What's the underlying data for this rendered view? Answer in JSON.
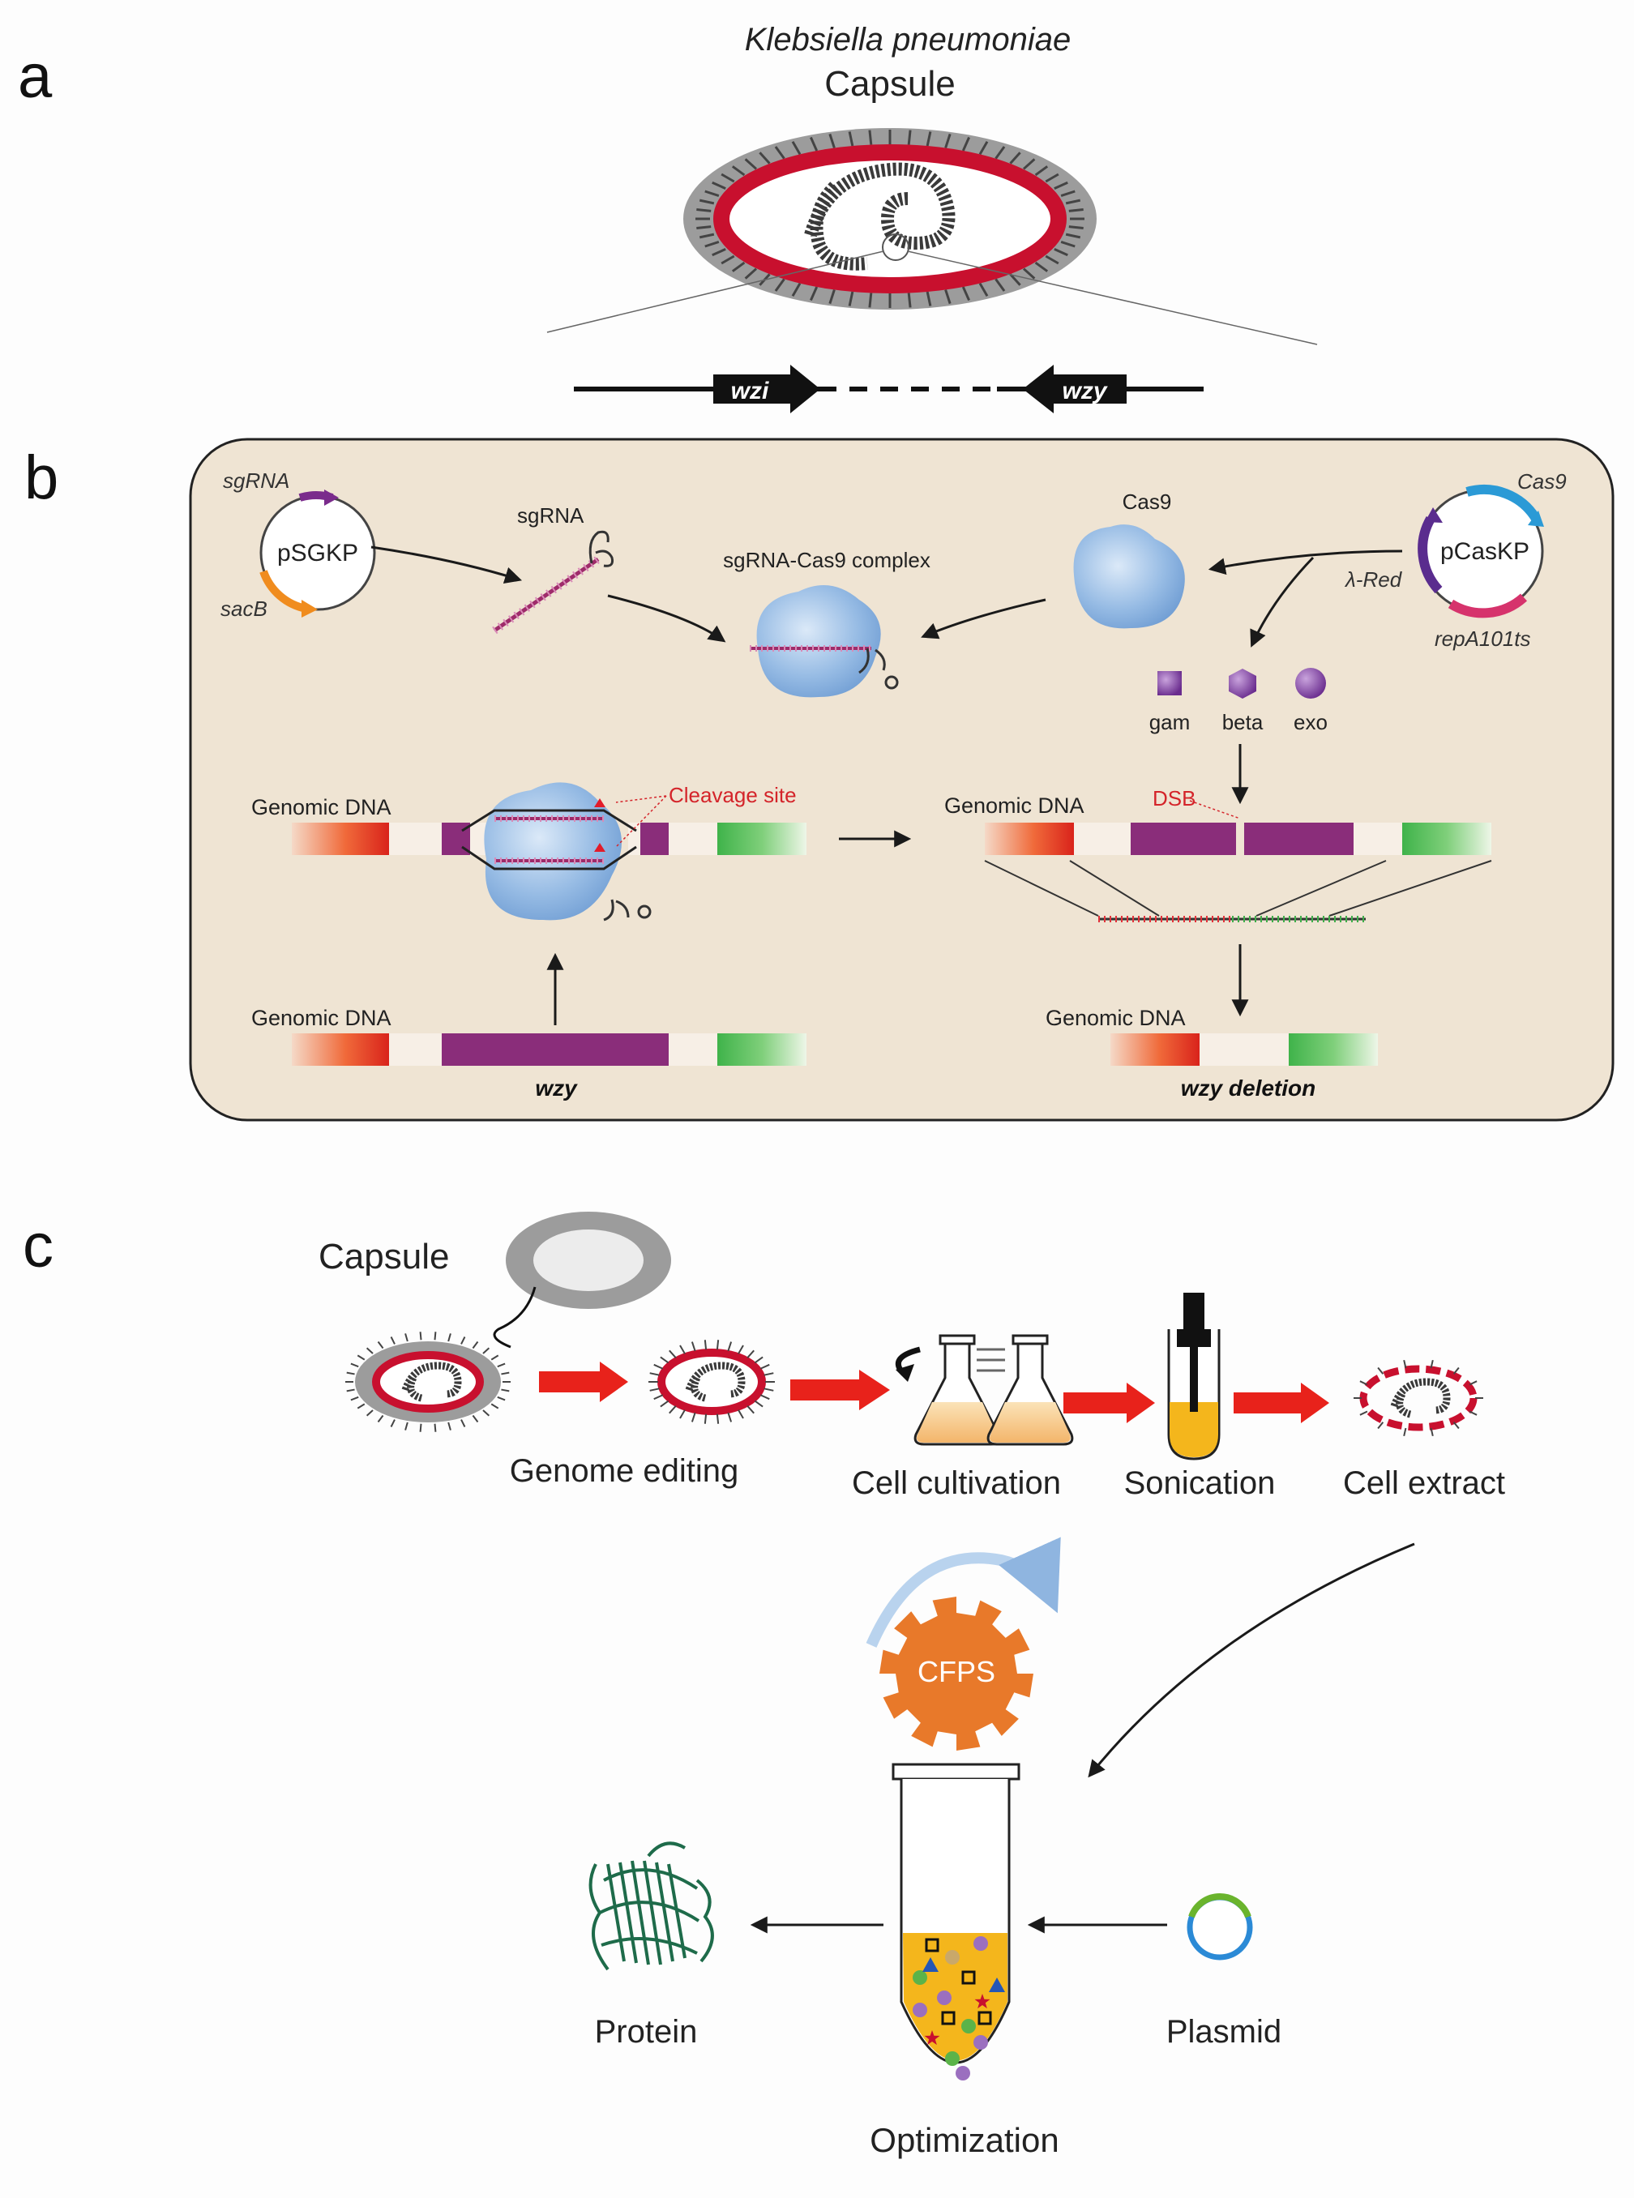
{
  "panels": {
    "a": "a",
    "b": "b",
    "c": "c"
  },
  "panel_a": {
    "organism": "Klebsiella pneumoniae",
    "capsule": "Capsule",
    "gene_left": "wzi",
    "gene_right": "wzy"
  },
  "panel_b": {
    "psgkp": "pSGKP",
    "sgrna_gene": "sgRNA",
    "sacb": "sacB",
    "sgrna": "sgRNA",
    "complex": "sgRNA-Cas9 complex",
    "cas9": "Cas9",
    "pcaskp": "pCasKP",
    "cas9_gene": "Cas9",
    "lambda_red": "λ-Red",
    "repa": "repA101ts",
    "gam": "gam",
    "beta": "beta",
    "exo": "exo",
    "genomic_dna": "Genomic DNA",
    "cleavage_site": "Cleavage site",
    "dsb": "DSB",
    "wzy": "wzy",
    "wzy_deletion": "wzy deletion"
  },
  "panel_c": {
    "capsule": "Capsule",
    "genome_editing": "Genome editing",
    "cell_cultivation": "Cell cultivation",
    "sonication": "Sonication",
    "cell_extract": "Cell extract",
    "cfps": "CFPS",
    "protein": "Protein",
    "plasmid": "Plasmid",
    "optimization": "Optimization"
  },
  "colors": {
    "capsule_gray": "#9a9a9a",
    "membrane_red": "#c8102e",
    "cas9_blue": "#8fb5e0",
    "purple_gene": "#8a2d7a",
    "panel_b_bg": "#efe4d3",
    "arrow_red": "#e8221b",
    "cfps_orange": "#e8792a",
    "tube_yellow": "#f4b61c",
    "protein_green": "#1e6b4a"
  }
}
